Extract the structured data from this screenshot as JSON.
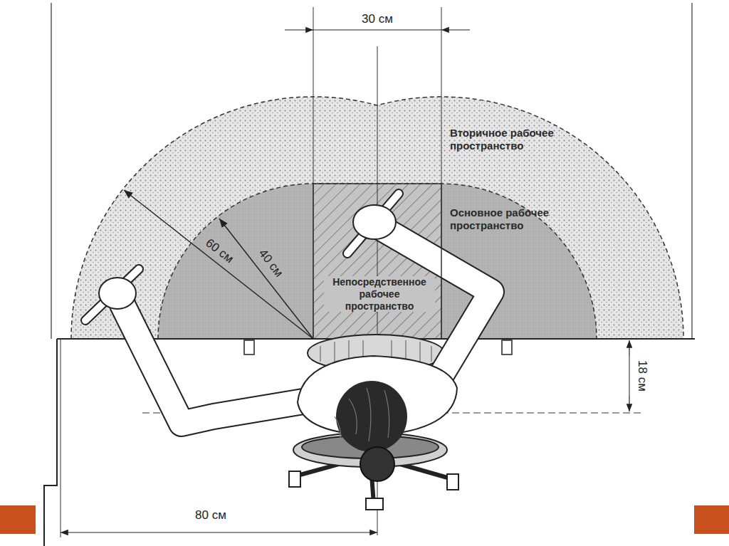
{
  "diagram": {
    "nodes": [
      {
        "text": [
          "Вторичное рабочее пространство"
        ]
      },
      {
        "text": [
          "Основное рабочее пространство"
        ],
        "in": 0
      },
      {
        "text": [
          "Непосредственное рабочее пространство"
        ],
        "in": 1
      }
    ],
    "labels": [
      "30 см",
      "40 см",
      "60 см",
      "18 см",
      "80 см"
    ]
  }
}
